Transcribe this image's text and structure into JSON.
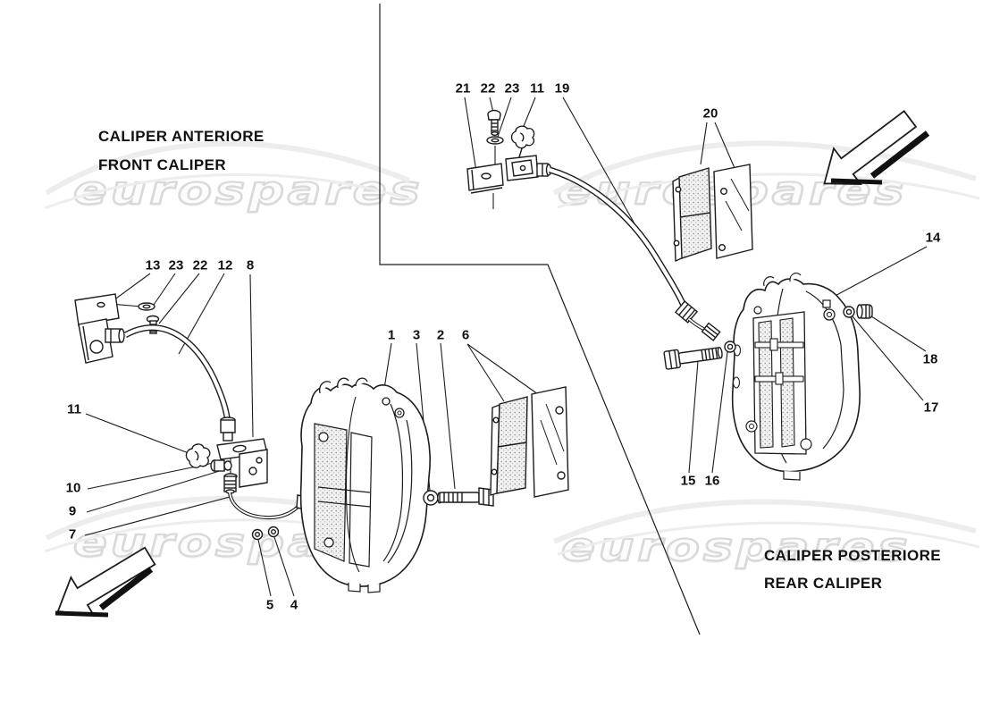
{
  "document": {
    "type": "parts-diagram",
    "watermark": {
      "text": "eurospares",
      "color": "#d9d9d9"
    },
    "colors": {
      "background": "#ffffff",
      "line_art": "#1c1c1c",
      "label_text": "#111111"
    }
  },
  "sections": {
    "front": {
      "title_it": "CALIPER ANTERIORE",
      "title_en": "FRONT CALIPER"
    },
    "rear": {
      "title_it": "CALIPER POSTERIORE",
      "title_en": "REAR CALIPER"
    }
  },
  "icons": {
    "arrow_top_right": "direction-arrow-icon",
    "arrow_bottom_left": "direction-arrow-icon"
  },
  "part_labels": {
    "n1": "1",
    "n2": "2",
    "n3": "3",
    "n4": "4",
    "n5": "5",
    "n6": "6",
    "n7": "7",
    "n8": "8",
    "n9": "9",
    "n10": "10",
    "n11t": "11",
    "n11l": "11",
    "n12": "12",
    "n13": "13",
    "n14": "14",
    "n15": "15",
    "n16": "16",
    "n17": "17",
    "n18": "18",
    "n19": "19",
    "n20": "20",
    "n21": "21",
    "n22t": "22",
    "n22l": "22",
    "n23t": "23",
    "n23l": "23"
  }
}
